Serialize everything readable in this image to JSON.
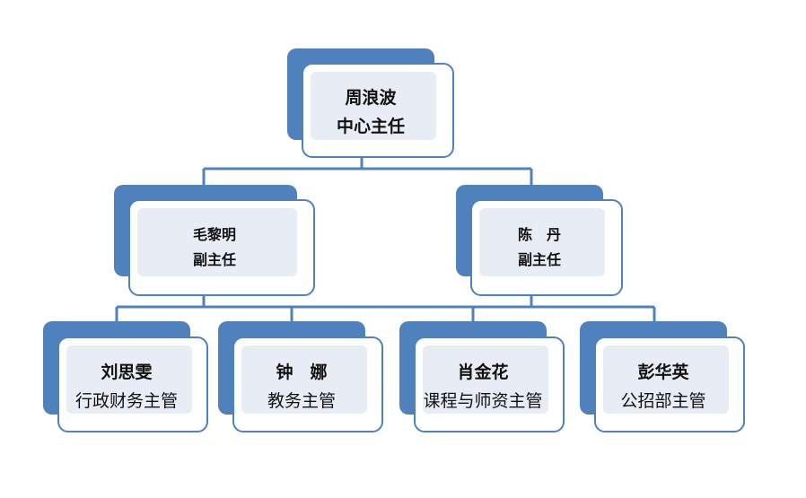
{
  "colors": {
    "accent": "#4f81bd",
    "box_fill": "#e8edf5",
    "text": "#111111",
    "background": "#ffffff"
  },
  "org_chart": {
    "top": {
      "name": "周浪波",
      "title": "中心主任"
    },
    "middle": [
      {
        "name": "毛黎明",
        "title": "副主任"
      },
      {
        "name": "陈　丹",
        "title": "副主任"
      }
    ],
    "bottom": [
      {
        "name": "刘思雯",
        "title": "行政财务主管"
      },
      {
        "name": "钟　娜",
        "title": "教务主管"
      },
      {
        "name": "肖金花",
        "title": "课程与师资主管"
      },
      {
        "name": "彭华英",
        "title": "公招部主管"
      }
    ]
  }
}
